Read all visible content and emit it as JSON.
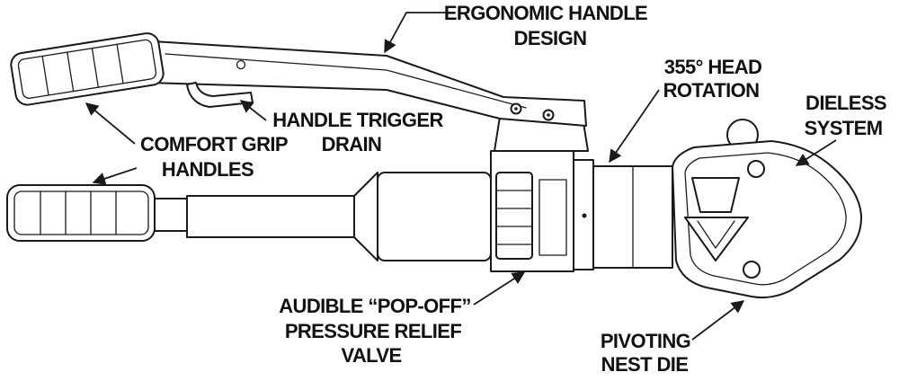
{
  "diagram": {
    "name": "dieless-crimping-tool-feature-callouts",
    "background": "#ffffff",
    "line_color": "#1a1a1a",
    "labels": {
      "ergonomic": {
        "line1": "ERGONOMIC HANDLE",
        "line2": "DESIGN"
      },
      "head_rotation": {
        "line1": "355° HEAD",
        "line2": "ROTATION"
      },
      "dieless": {
        "line1": "DIELESS",
        "line2": "SYSTEM"
      },
      "trigger_drain": {
        "line1": "HANDLE TRIGGER",
        "line2": "DRAIN"
      },
      "comfort_grip": {
        "line1": "COMFORT GRIP",
        "line2": "HANDLES"
      },
      "pop_off": {
        "line1": "AUDIBLE “POP-OFF”",
        "line2": "PRESSURE RELIEF",
        "line3": "VALVE"
      },
      "pivoting_nest": {
        "line1": "PIVOTING",
        "line2": "NEST DIE"
      }
    }
  }
}
